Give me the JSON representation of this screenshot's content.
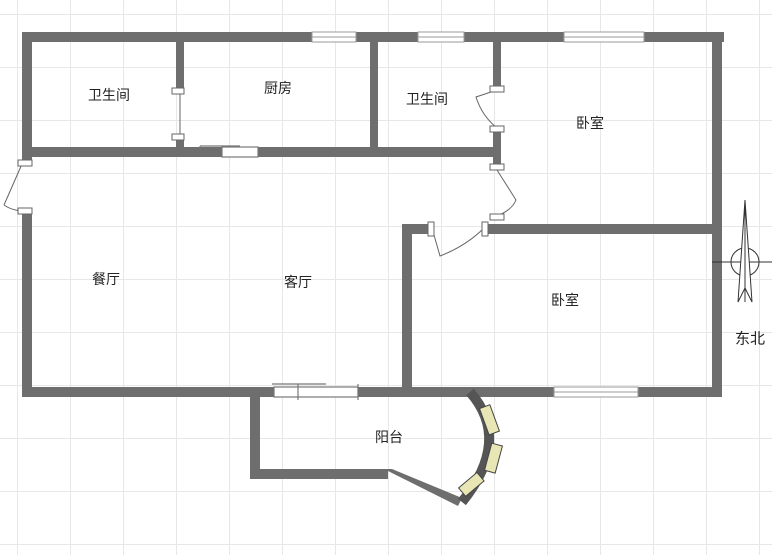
{
  "rooms": {
    "bathroom_left": "卫生间",
    "kitchen": "厨房",
    "bathroom_right": "卫生间",
    "bedroom_top": "卧室",
    "dining": "餐厅",
    "living": "客厅",
    "bedroom_bottom": "卧室",
    "balcony": "阳台"
  },
  "compass": {
    "label": "东北"
  },
  "colors": {
    "wall": "#6e6e6e",
    "window_frame": "#9a9a9a",
    "bay_window_fill": "#e8e6b4",
    "grid": "#e7e7e7"
  }
}
